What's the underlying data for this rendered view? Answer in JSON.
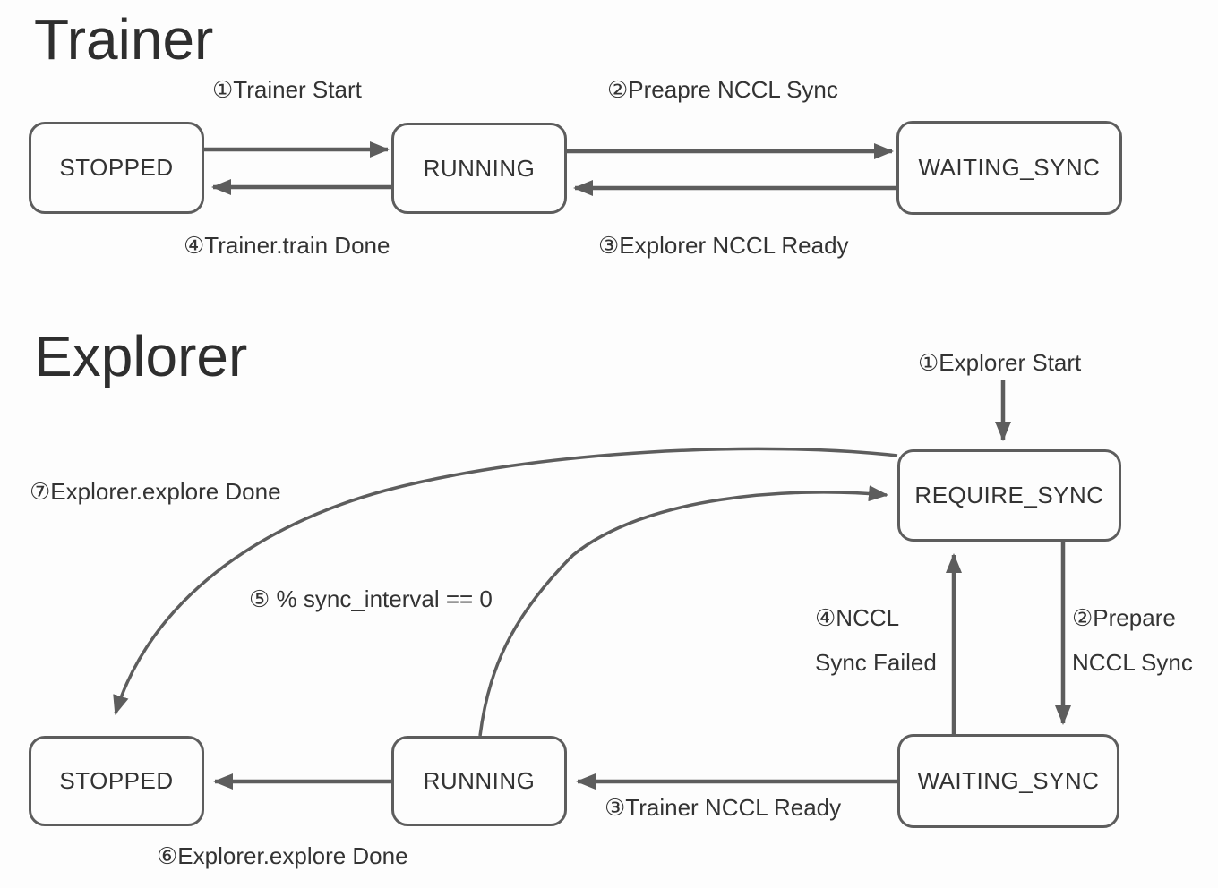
{
  "colors": {
    "line": "#5d5d5d",
    "text": "#333333",
    "title": "#2e2e2e",
    "background": "#fdfdfd"
  },
  "trainer": {
    "title": "Trainer",
    "states": {
      "stopped": "STOPPED",
      "running": "RUNNING",
      "waiting_sync": "WAITING_SYNC"
    },
    "transitions": {
      "start": "①Trainer Start",
      "prepare_nccl_sync": "②Preapre NCCL Sync",
      "explorer_nccl_ready": "③Explorer NCCL Ready",
      "train_done": "④Trainer.train Done"
    }
  },
  "explorer": {
    "title": "Explorer",
    "states": {
      "require_sync": "REQUIRE_SYNC",
      "stopped": "STOPPED",
      "running": "RUNNING",
      "waiting_sync": "WAITING_SYNC"
    },
    "transitions": {
      "start": "①Explorer Start",
      "prepare_nccl_sync_line1": "②Prepare",
      "prepare_nccl_sync_line2": "NCCL Sync",
      "trainer_nccl_ready": "③Trainer NCCL Ready",
      "nccl_sync_failed_line1": "④NCCL",
      "nccl_sync_failed_line2": "Sync Failed",
      "sync_interval_zero": "⑤ % sync_interval == 0",
      "explore_done_from_running": "⑥Explorer.explore Done",
      "explore_done_from_require_sync": "⑦Explorer.explore Done"
    }
  }
}
